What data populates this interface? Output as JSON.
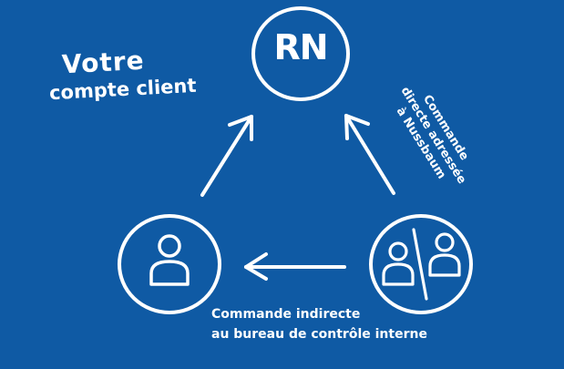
{
  "header": {
    "title_line1": "Votre",
    "title_line2": "compte client"
  },
  "nodes": {
    "center": {
      "label": "RN"
    }
  },
  "edges": {
    "direct_label_line1": "Commande",
    "direct_label_line2": "directe adressée",
    "direct_label_line3": "à Nussbaum",
    "indirect_label_line1": "Commande indirecte",
    "indirect_label_line2": "au bureau de contrôle interne"
  },
  "colors": {
    "background": "#0f5aa4",
    "ink": "#ffffff"
  },
  "icons": [
    "person-icon",
    "two-persons-icon",
    "arrow-icon"
  ]
}
